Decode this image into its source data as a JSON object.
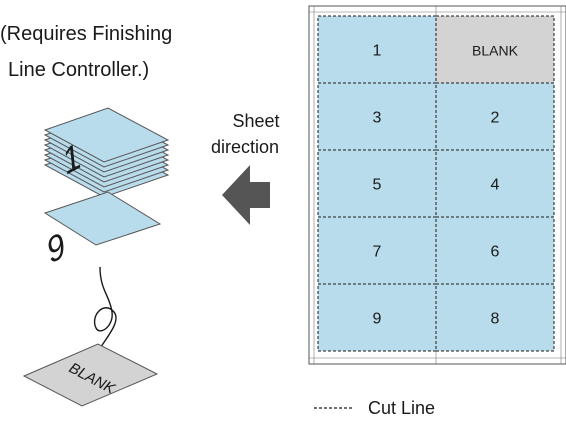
{
  "note": {
    "line1": "(Requires Finishing",
    "line2": "Line Controller.)"
  },
  "direction": {
    "line1": "Sheet",
    "line2": "direction"
  },
  "stack": {
    "top_number": "1",
    "bottom_number": "9"
  },
  "blank_slip": {
    "label": "BLANK"
  },
  "sheet": {
    "cells": [
      {
        "label": "1",
        "fill": "blue"
      },
      {
        "label": "BLANK",
        "fill": "gray"
      },
      {
        "label": "3",
        "fill": "blue"
      },
      {
        "label": "2",
        "fill": "blue"
      },
      {
        "label": "5",
        "fill": "blue"
      },
      {
        "label": "4",
        "fill": "blue"
      },
      {
        "label": "7",
        "fill": "blue"
      },
      {
        "label": "6",
        "fill": "blue"
      },
      {
        "label": "9",
        "fill": "blue"
      },
      {
        "label": "8",
        "fill": "blue"
      }
    ]
  },
  "legend": {
    "label": "Cut Line"
  },
  "colors": {
    "page_blue": "#b8dcec",
    "blank_gray": "#d3d3d3",
    "outline": "#555555",
    "arrow": "#555555",
    "text": "#1a1a1a"
  }
}
